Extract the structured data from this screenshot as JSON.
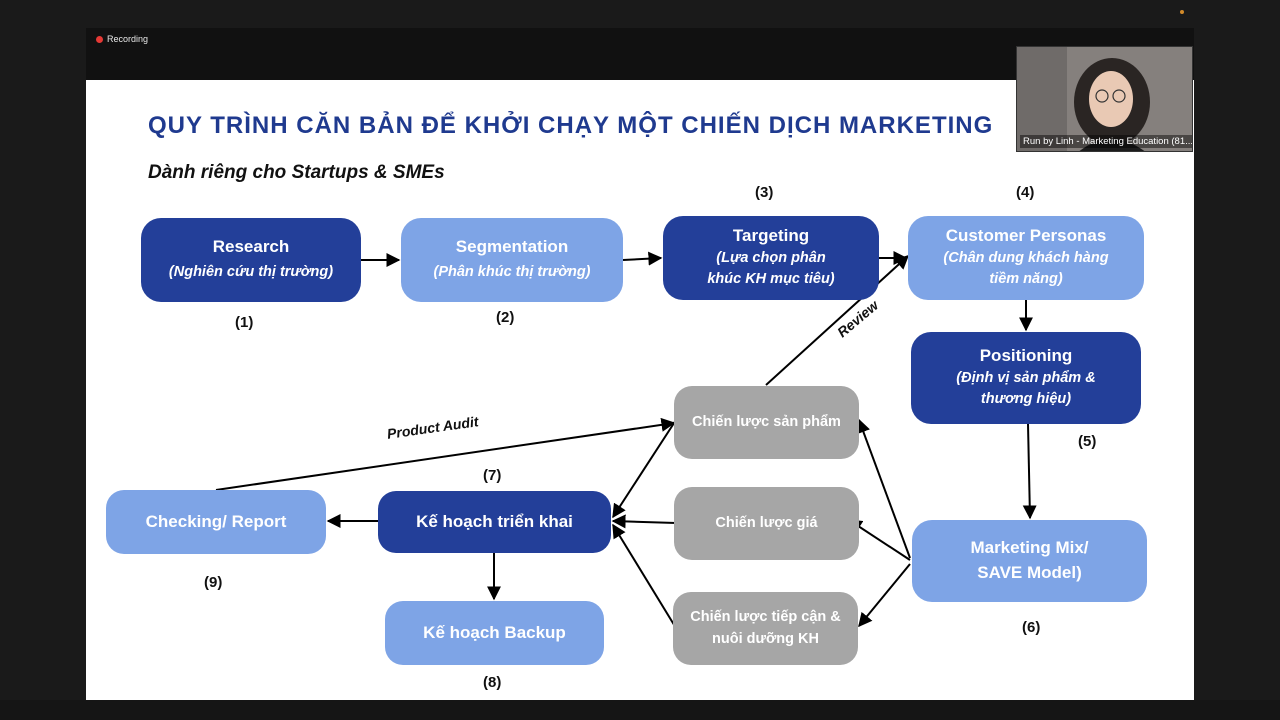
{
  "recording": {
    "label": "Recording"
  },
  "slide": {
    "title": "QUY TRÌNH CĂN BẢN ĐỂ KHỞI CHẠY MỘT CHIẾN DỊCH MARKETING",
    "subtitle": "Dành riêng cho Startups & SMEs"
  },
  "nodes": {
    "research": {
      "title": "Research",
      "sub": "(Nghiên cứu thị trường)",
      "num": "(1)"
    },
    "segmentation": {
      "title": "Segmentation",
      "sub": "(Phân khúc thị trường)",
      "num": "(2)"
    },
    "targeting": {
      "title": "Targeting",
      "sub1": "(Lựa chọn phân",
      "sub2": "khúc KH mục tiêu)",
      "num": "(3)"
    },
    "personas": {
      "title": "Customer Personas",
      "sub1": "(Chân dung khách hàng",
      "sub2": "tiềm năng)",
      "num": "(4)"
    },
    "positioning": {
      "title": "Positioning",
      "sub1": "(Định vị sản phẩm &",
      "sub2": "thương hiệu)",
      "num": "(5)"
    },
    "marketing_mix": {
      "line1": "Marketing Mix/",
      "line2": "SAVE Model)",
      "num": "(6)"
    },
    "product_strategy": {
      "label": "Chiến lược sản phẩm"
    },
    "price_strategy": {
      "label": "Chiến lược giá"
    },
    "reach_strategy": {
      "line1": "Chiến lược tiếp cận &",
      "line2": "nuôi dưỡng KH"
    },
    "implementation": {
      "label": "Kế hoạch triển khai",
      "num": "(7)"
    },
    "backup": {
      "label": "Kế hoạch Backup",
      "num": "(8)"
    },
    "checking": {
      "label": "Checking/ Report",
      "num": "(9)"
    }
  },
  "edge_labels": {
    "review": "Review",
    "product_audit": "Product Audit"
  },
  "webcam": {
    "caption": "Run by Linh - Marketing Education (81..."
  },
  "colors": {
    "dark_blue": "#233f99",
    "light_blue": "#7ea4e6",
    "gray": "#a6a6a6",
    "title_blue": "#1f3a8f"
  }
}
